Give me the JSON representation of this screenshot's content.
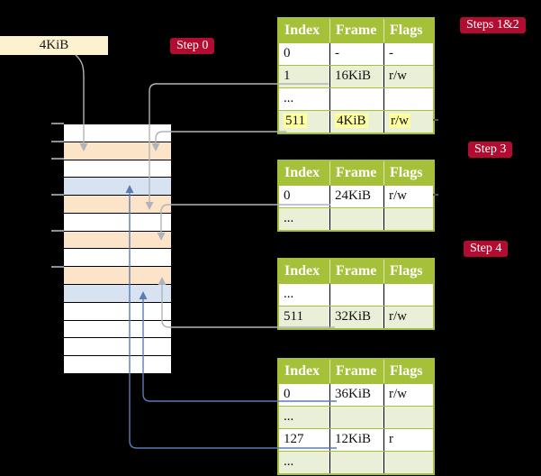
{
  "canvas": {
    "background": "#000000"
  },
  "colors": {
    "table_header_green": "#a5c13a",
    "table_row_shaded": "#eaf0d8",
    "table_row_plain": "#ffffff",
    "highlight_yellow": "#ffff9e",
    "badge_crimson": "#b20d31",
    "frame_box_cream": "#fdf2d0",
    "memory_peach": "#fce4c8",
    "memory_blue": "#d8e3f2",
    "arrow_gray": "#b0b4ba",
    "arrow_blue": "#5b7cb5"
  },
  "frame_size_box": {
    "label": "4KiB"
  },
  "badges": {
    "step0": "Step 0",
    "steps_1_2": "Steps 1&2",
    "step3": "Step 3",
    "step4": "Step 4"
  },
  "memory": {
    "rows": [
      {
        "fill": "#ffffff"
      },
      {
        "fill": "#fce4c8"
      },
      {
        "fill": "#ffffff"
      },
      {
        "fill": "#d8e3f2"
      },
      {
        "fill": "#fce4c8"
      },
      {
        "fill": "#ffffff"
      },
      {
        "fill": "#fce4c8"
      },
      {
        "fill": "#ffffff"
      },
      {
        "fill": "#fce4c8"
      },
      {
        "fill": "#d8e3f2"
      },
      {
        "fill": "#ffffff"
      },
      {
        "fill": "#ffffff"
      },
      {
        "fill": "#ffffff"
      },
      {
        "fill": "#ffffff"
      }
    ]
  },
  "page_tables": [
    {
      "headers": [
        "Index",
        "Frame",
        "Flags"
      ],
      "rows": [
        {
          "index": "0",
          "frame": "-",
          "flags": "-"
        },
        {
          "index": "1",
          "frame": "16KiB",
          "flags": "r/w"
        },
        {
          "index": "...",
          "frame": "",
          "flags": ""
        },
        {
          "index": "511",
          "frame": "4KiB",
          "flags": "r/w"
        }
      ]
    },
    {
      "headers": [
        "Index",
        "Frame",
        "Flags"
      ],
      "rows": [
        {
          "index": "0",
          "frame": "24KiB",
          "flags": "r/w"
        },
        {
          "index": "...",
          "frame": "",
          "flags": ""
        }
      ]
    },
    {
      "headers": [
        "Index",
        "Frame",
        "Flags"
      ],
      "rows": [
        {
          "index": "...",
          "frame": "",
          "flags": ""
        },
        {
          "index": "511",
          "frame": "32KiB",
          "flags": "r/w"
        }
      ]
    },
    {
      "headers": [
        "Index",
        "Frame",
        "Flags"
      ],
      "rows": [
        {
          "index": "0",
          "frame": "36KiB",
          "flags": "r/w"
        },
        {
          "index": "...",
          "frame": "",
          "flags": ""
        },
        {
          "index": "127",
          "frame": "12KiB",
          "flags": "r"
        },
        {
          "index": "...",
          "frame": "",
          "flags": ""
        }
      ]
    }
  ]
}
